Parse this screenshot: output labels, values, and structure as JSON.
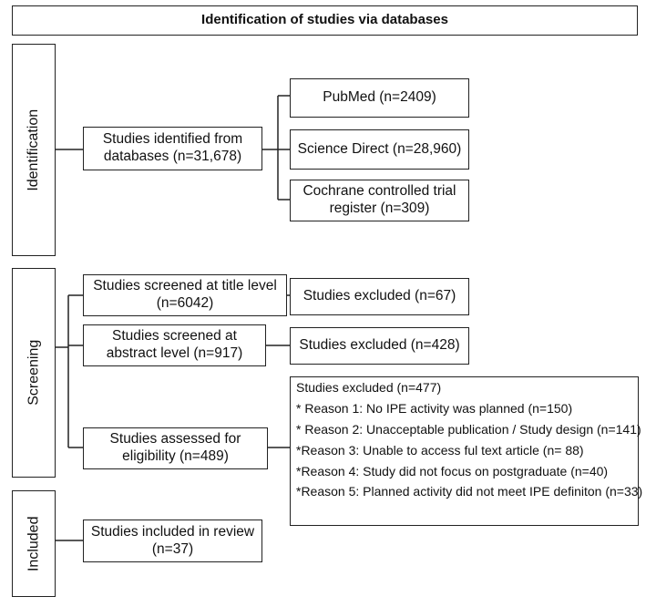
{
  "header": {
    "title": "Identification of studies via databases"
  },
  "stages": {
    "identification": "Identification",
    "screening": "Screening",
    "included": "Included"
  },
  "identification": {
    "main": "Studies identified from databases (n=31,678)",
    "sources": [
      "PubMed (n=2409)",
      "Science Direct (n=28,960)",
      "Cochrane controlled trial register (n=309)"
    ]
  },
  "screening": {
    "title_level": "Studies screened at title level (n=6042)",
    "title_excluded": "Studies excluded (n=67)",
    "abstract_level": "Studies screened at abstract level (n=917)",
    "abstract_excluded": "Studies excluded (n=428)",
    "eligibility": "Studies assessed for eligibility (n=489)",
    "eligibility_excluded": {
      "heading": "Studies excluded (n=477)",
      "reasons": [
        "* Reason 1: No IPE activity was planned (n=150)",
        "* Reason 2: Unacceptable publication / Study design (n=141)",
        "*Reason 3: Unable to access ful text article (n= 88)",
        "*Reason 4: Study did not focus on postgraduate (n=40)",
        "*Reason 5: Planned activity did not meet IPE definiton (n=33)"
      ]
    }
  },
  "included": {
    "main": "Studies included in review (n=37)"
  }
}
